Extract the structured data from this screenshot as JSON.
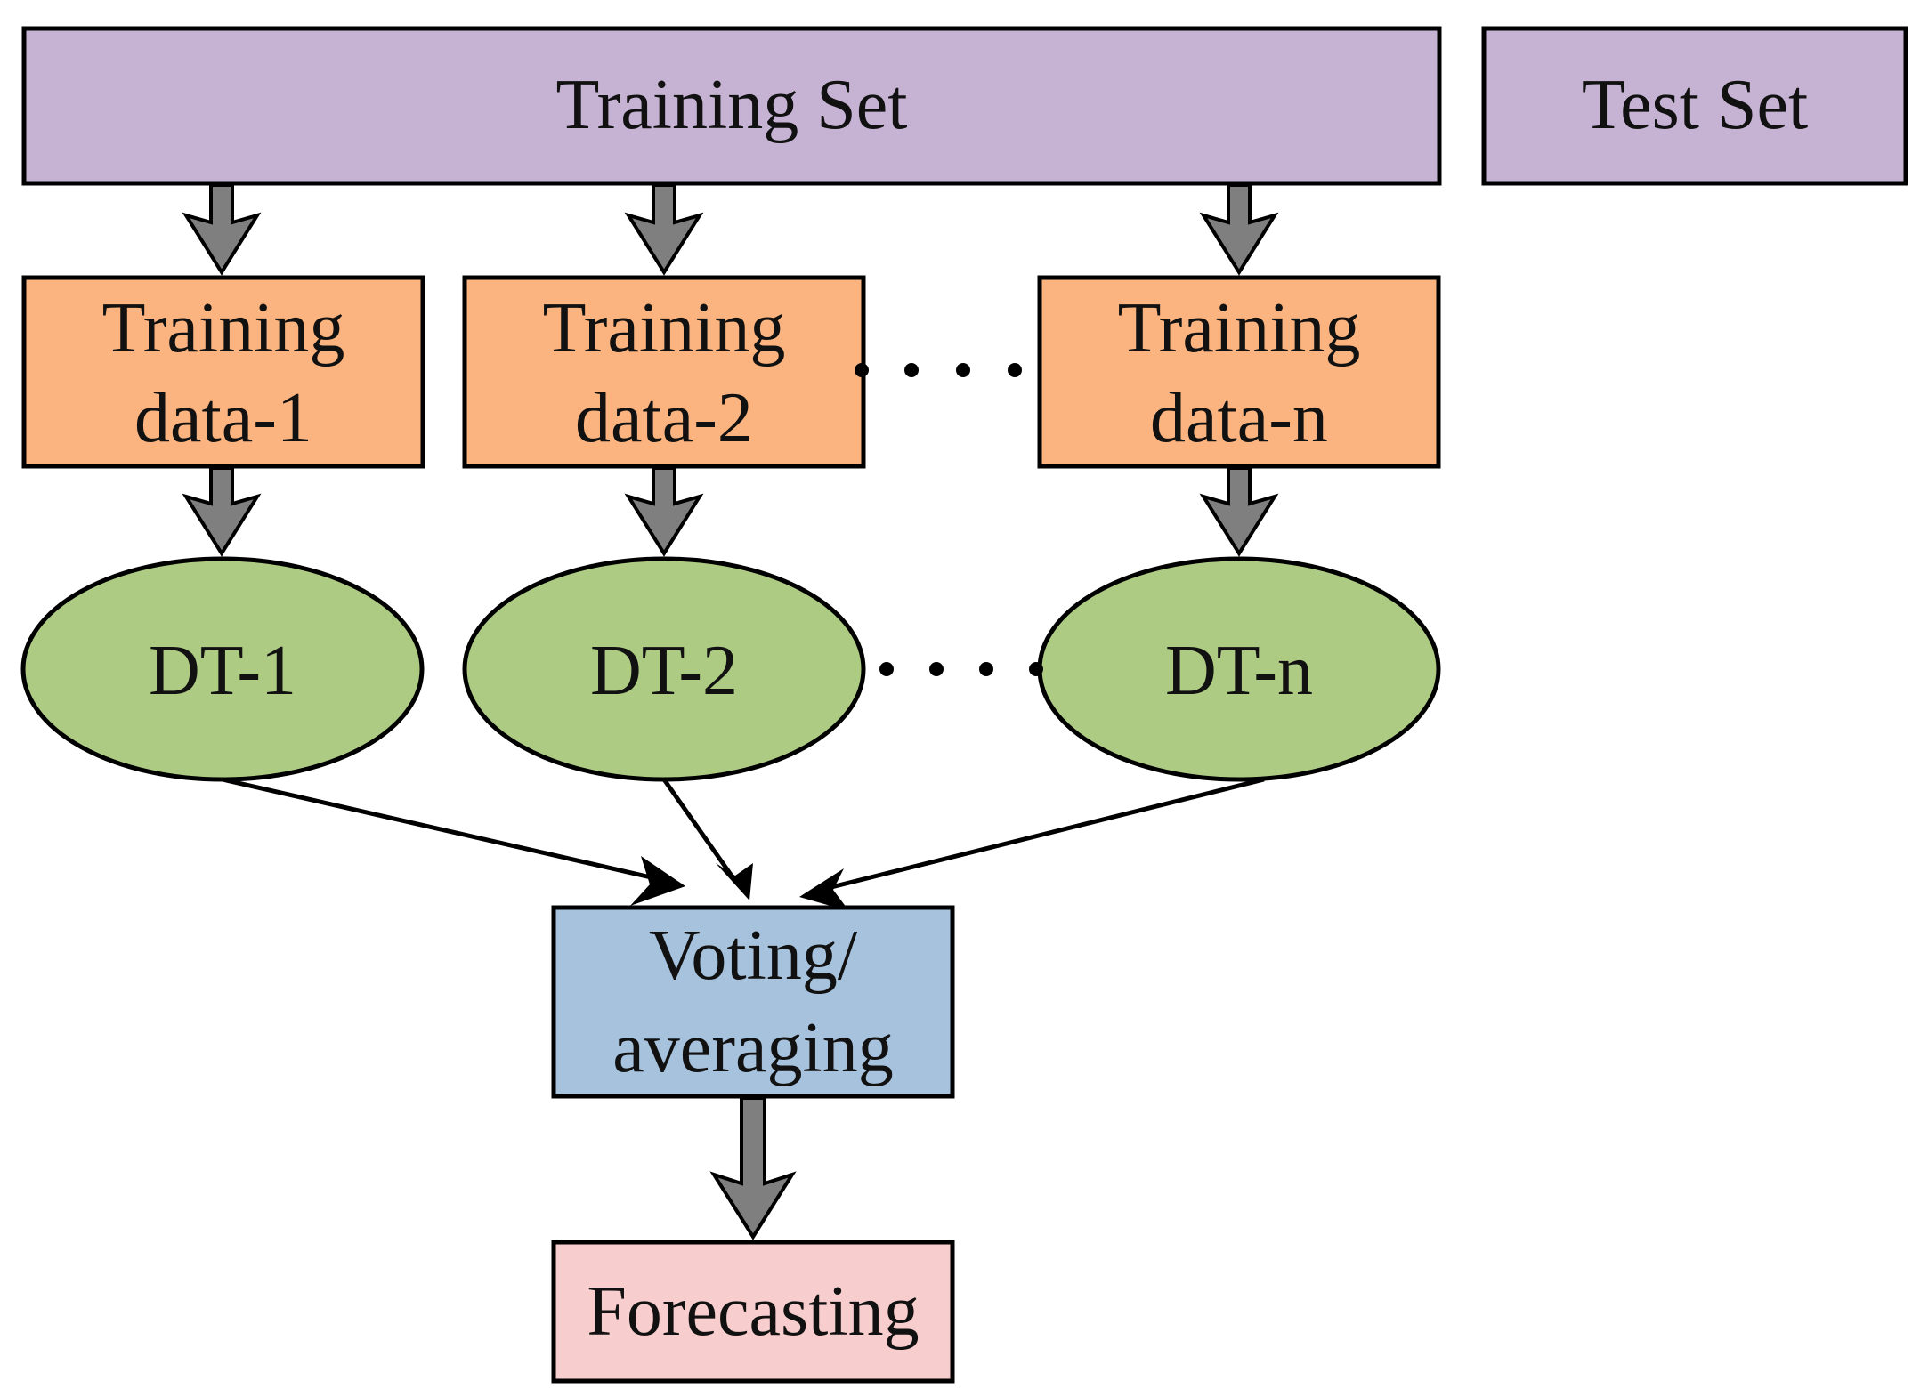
{
  "top": {
    "training_set": "Training Set",
    "test_set": "Test Set"
  },
  "training_data": [
    {
      "line1": "Training",
      "line2": "data-1"
    },
    {
      "line1": "Training",
      "line2": "data-2"
    },
    {
      "line1": "Training",
      "line2": "data-n"
    }
  ],
  "trees": [
    {
      "label": "DT-1"
    },
    {
      "label": "DT-2"
    },
    {
      "label": "DT-n"
    }
  ],
  "aggregator": {
    "line1": "Voting/",
    "line2": "averaging"
  },
  "output": {
    "label": "Forecasting"
  },
  "colors": {
    "set_fill": "#c6b3d3",
    "training_fill": "#fbb47f",
    "tree_fill": "#aecb84",
    "aggregator_fill": "#a7c2dc",
    "output_fill": "#f8cdcd",
    "arrow_fill": "#7f7f7f"
  },
  "icons": {
    "flow_arrow": "double-line-down-arrow-icon",
    "continuation": "ellipsis-dots-icon"
  }
}
